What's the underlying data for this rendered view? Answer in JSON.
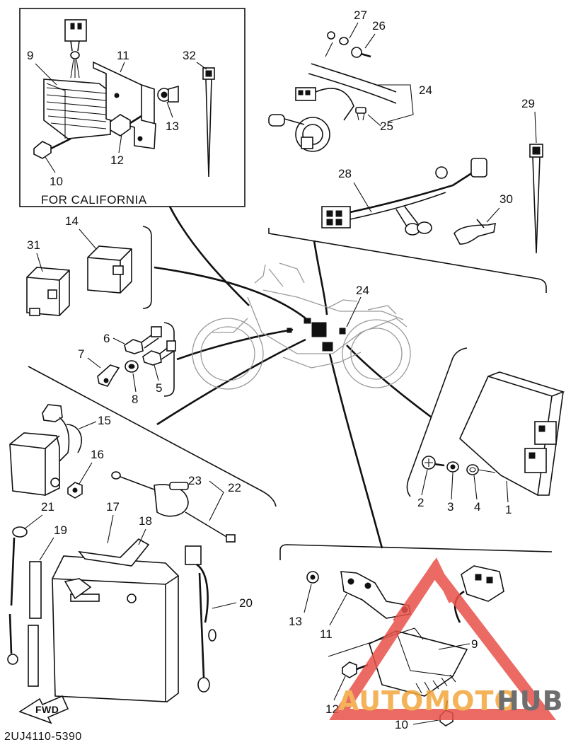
{
  "diagram": {
    "california_label": "FOR CALIFORNIA",
    "drawing_code": "2UJ4110-5390",
    "fwd_label": "FWD",
    "watermark": {
      "text_left": "AUTOMOTO",
      "text_right": "HUB",
      "color_left": "#f3a63b",
      "color_right": "#555555",
      "triangle_color": "#e8514a"
    },
    "callouts": {
      "n1": "1",
      "n2": "2",
      "n3": "3",
      "n4": "4",
      "n5": "5",
      "n6": "6",
      "n7": "7",
      "n8": "8",
      "n9a": "9",
      "n9b": "9",
      "n10a": "10",
      "n10b": "10",
      "n11a": "11",
      "n11b": "11",
      "n12a": "12",
      "n12b": "12",
      "n13a": "13",
      "n13b": "13",
      "n14": "14",
      "n15": "15",
      "n16": "16",
      "n17": "17",
      "n18": "18",
      "n19": "19",
      "n20": "20",
      "n21": "21",
      "n22": "22",
      "n23": "23",
      "n24a": "24",
      "n24b": "24",
      "n25": "25",
      "n26": "26",
      "n27": "27",
      "n28": "28",
      "n29": "29",
      "n30": "30",
      "n31": "31",
      "n32": "32"
    }
  }
}
